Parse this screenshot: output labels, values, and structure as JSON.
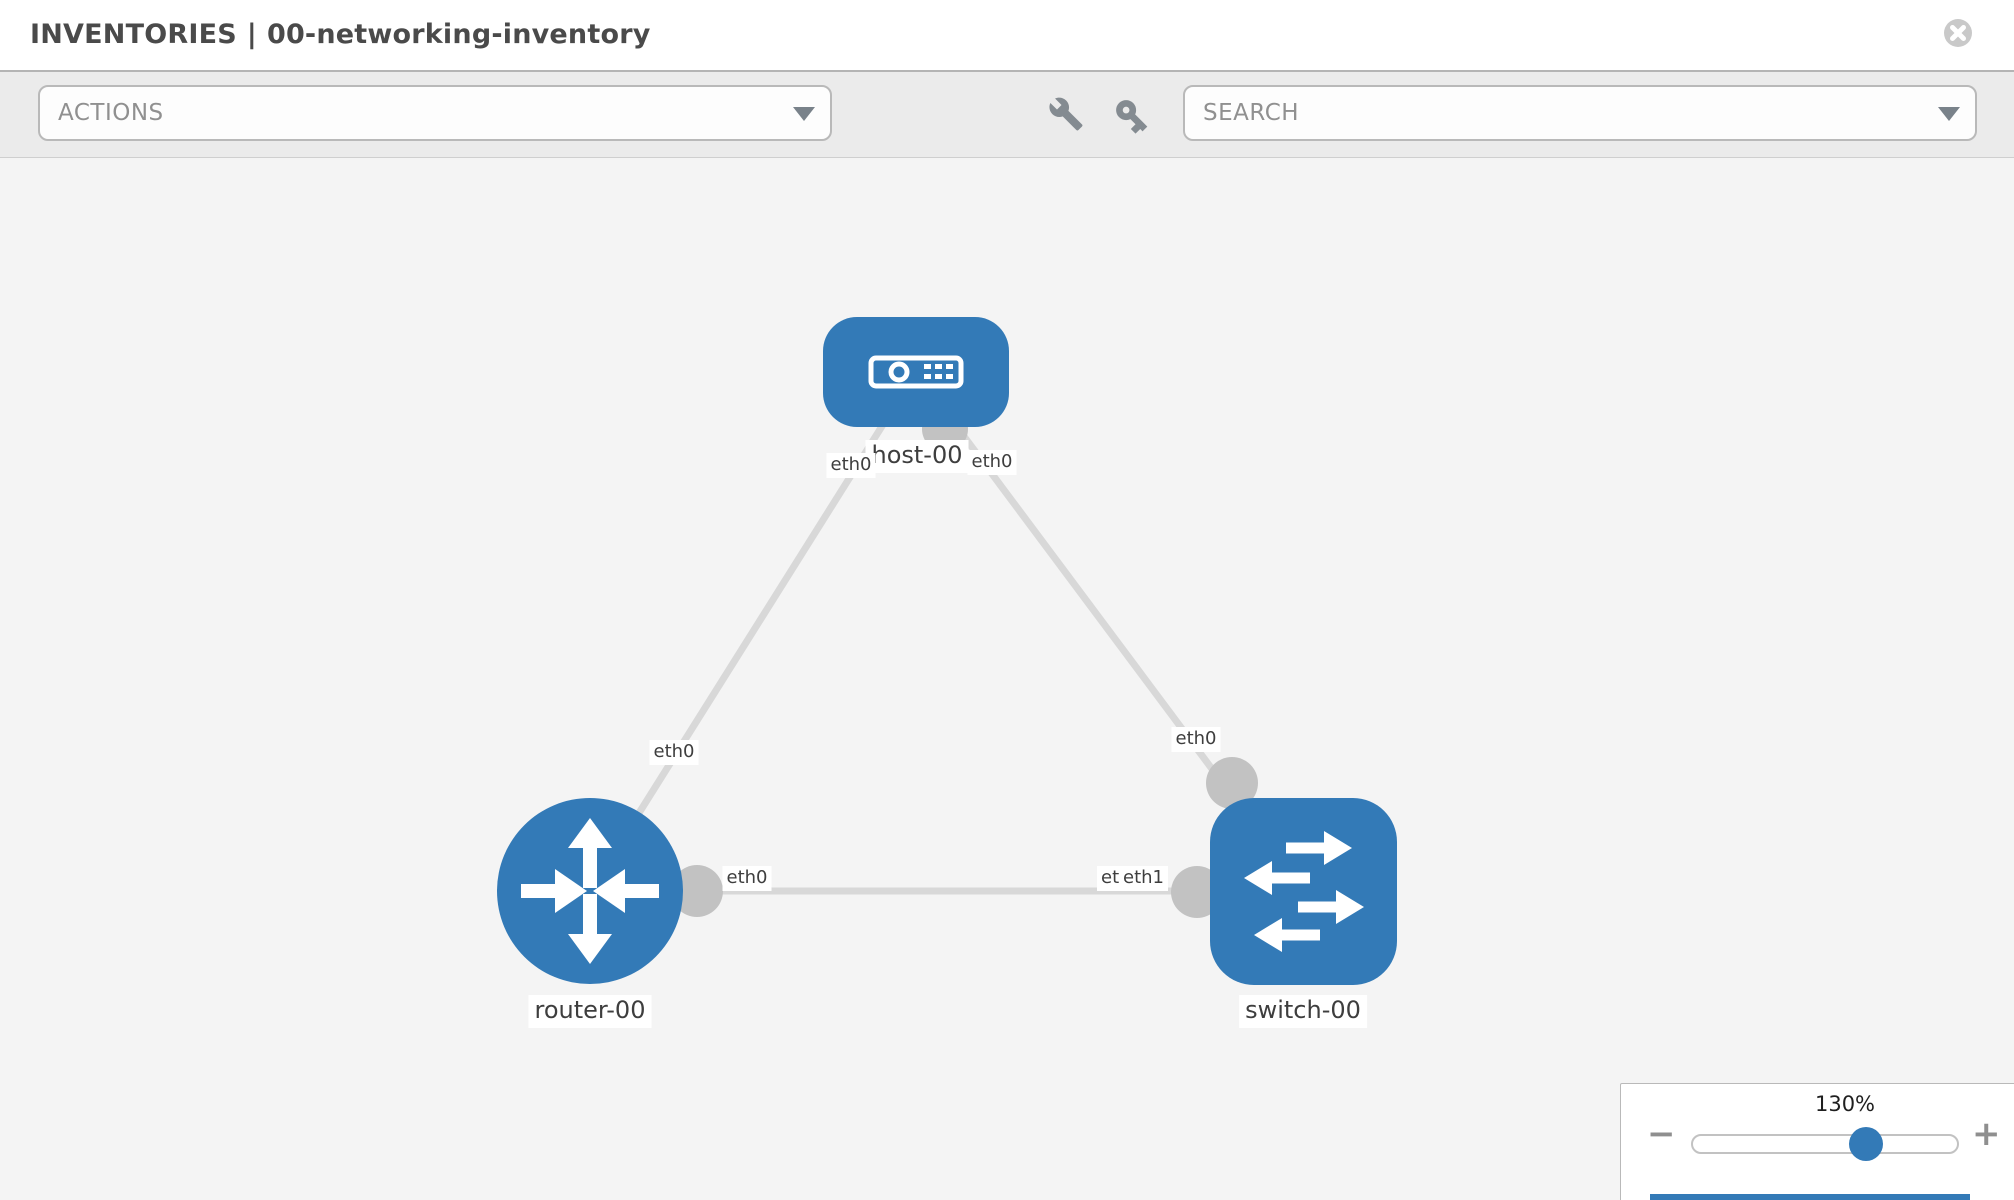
{
  "header": {
    "section": "INVENTORIES",
    "separator": "|",
    "inventory_name": "00-networking-inventory"
  },
  "toolbar": {
    "actions_placeholder": "ACTIONS",
    "search_placeholder": "SEARCH"
  },
  "diagram": {
    "nodes": [
      {
        "id": "host-00",
        "label": "host-00",
        "type": "host",
        "shape": "rounded-rect"
      },
      {
        "id": "router-00",
        "label": "router-00",
        "type": "router",
        "shape": "circle"
      },
      {
        "id": "switch-00",
        "label": "switch-00",
        "type": "switch",
        "shape": "rounded-square"
      }
    ],
    "links": [
      {
        "from": "host-00",
        "to": "router-00",
        "from_interface": "eth0",
        "to_interface": "eth0"
      },
      {
        "from": "host-00",
        "to": "switch-00",
        "from_interface": "eth0",
        "to_interface": "eth0"
      },
      {
        "from": "router-00",
        "to": "switch-00",
        "from_interface": "eth0",
        "to_interface": "eth1",
        "to_interface_overlapped": "eth1"
      }
    ]
  },
  "zoom_panel": {
    "zoom_percent": "130%",
    "minus_label": "−",
    "plus_label": "+"
  },
  "colors": {
    "node_blue": "#337ab7",
    "link_gray": "#d8d8d8",
    "bubble_gray": "#c2c2c2",
    "toolbar_bg": "#ebebeb",
    "canvas_bg": "#f4f4f4"
  }
}
